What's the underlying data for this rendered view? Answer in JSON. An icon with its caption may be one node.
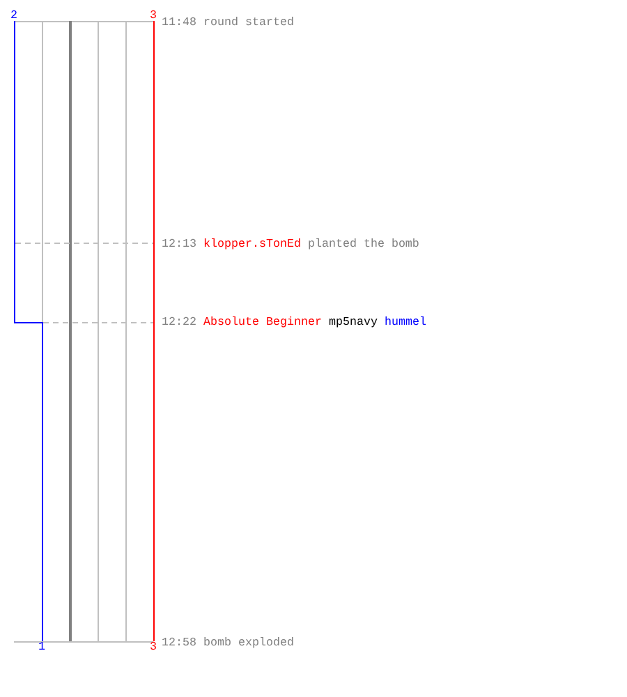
{
  "diagram": {
    "labels": [
      "2",
      "3",
      "11:48 round started",
      "12:13",
      "klopper.sTonEd",
      "planted the bomb",
      "12:22",
      "Absolute Beginner",
      "mp5navy",
      "hummel",
      "1",
      "3",
      "12:58 bomb exploded"
    ]
  }
}
